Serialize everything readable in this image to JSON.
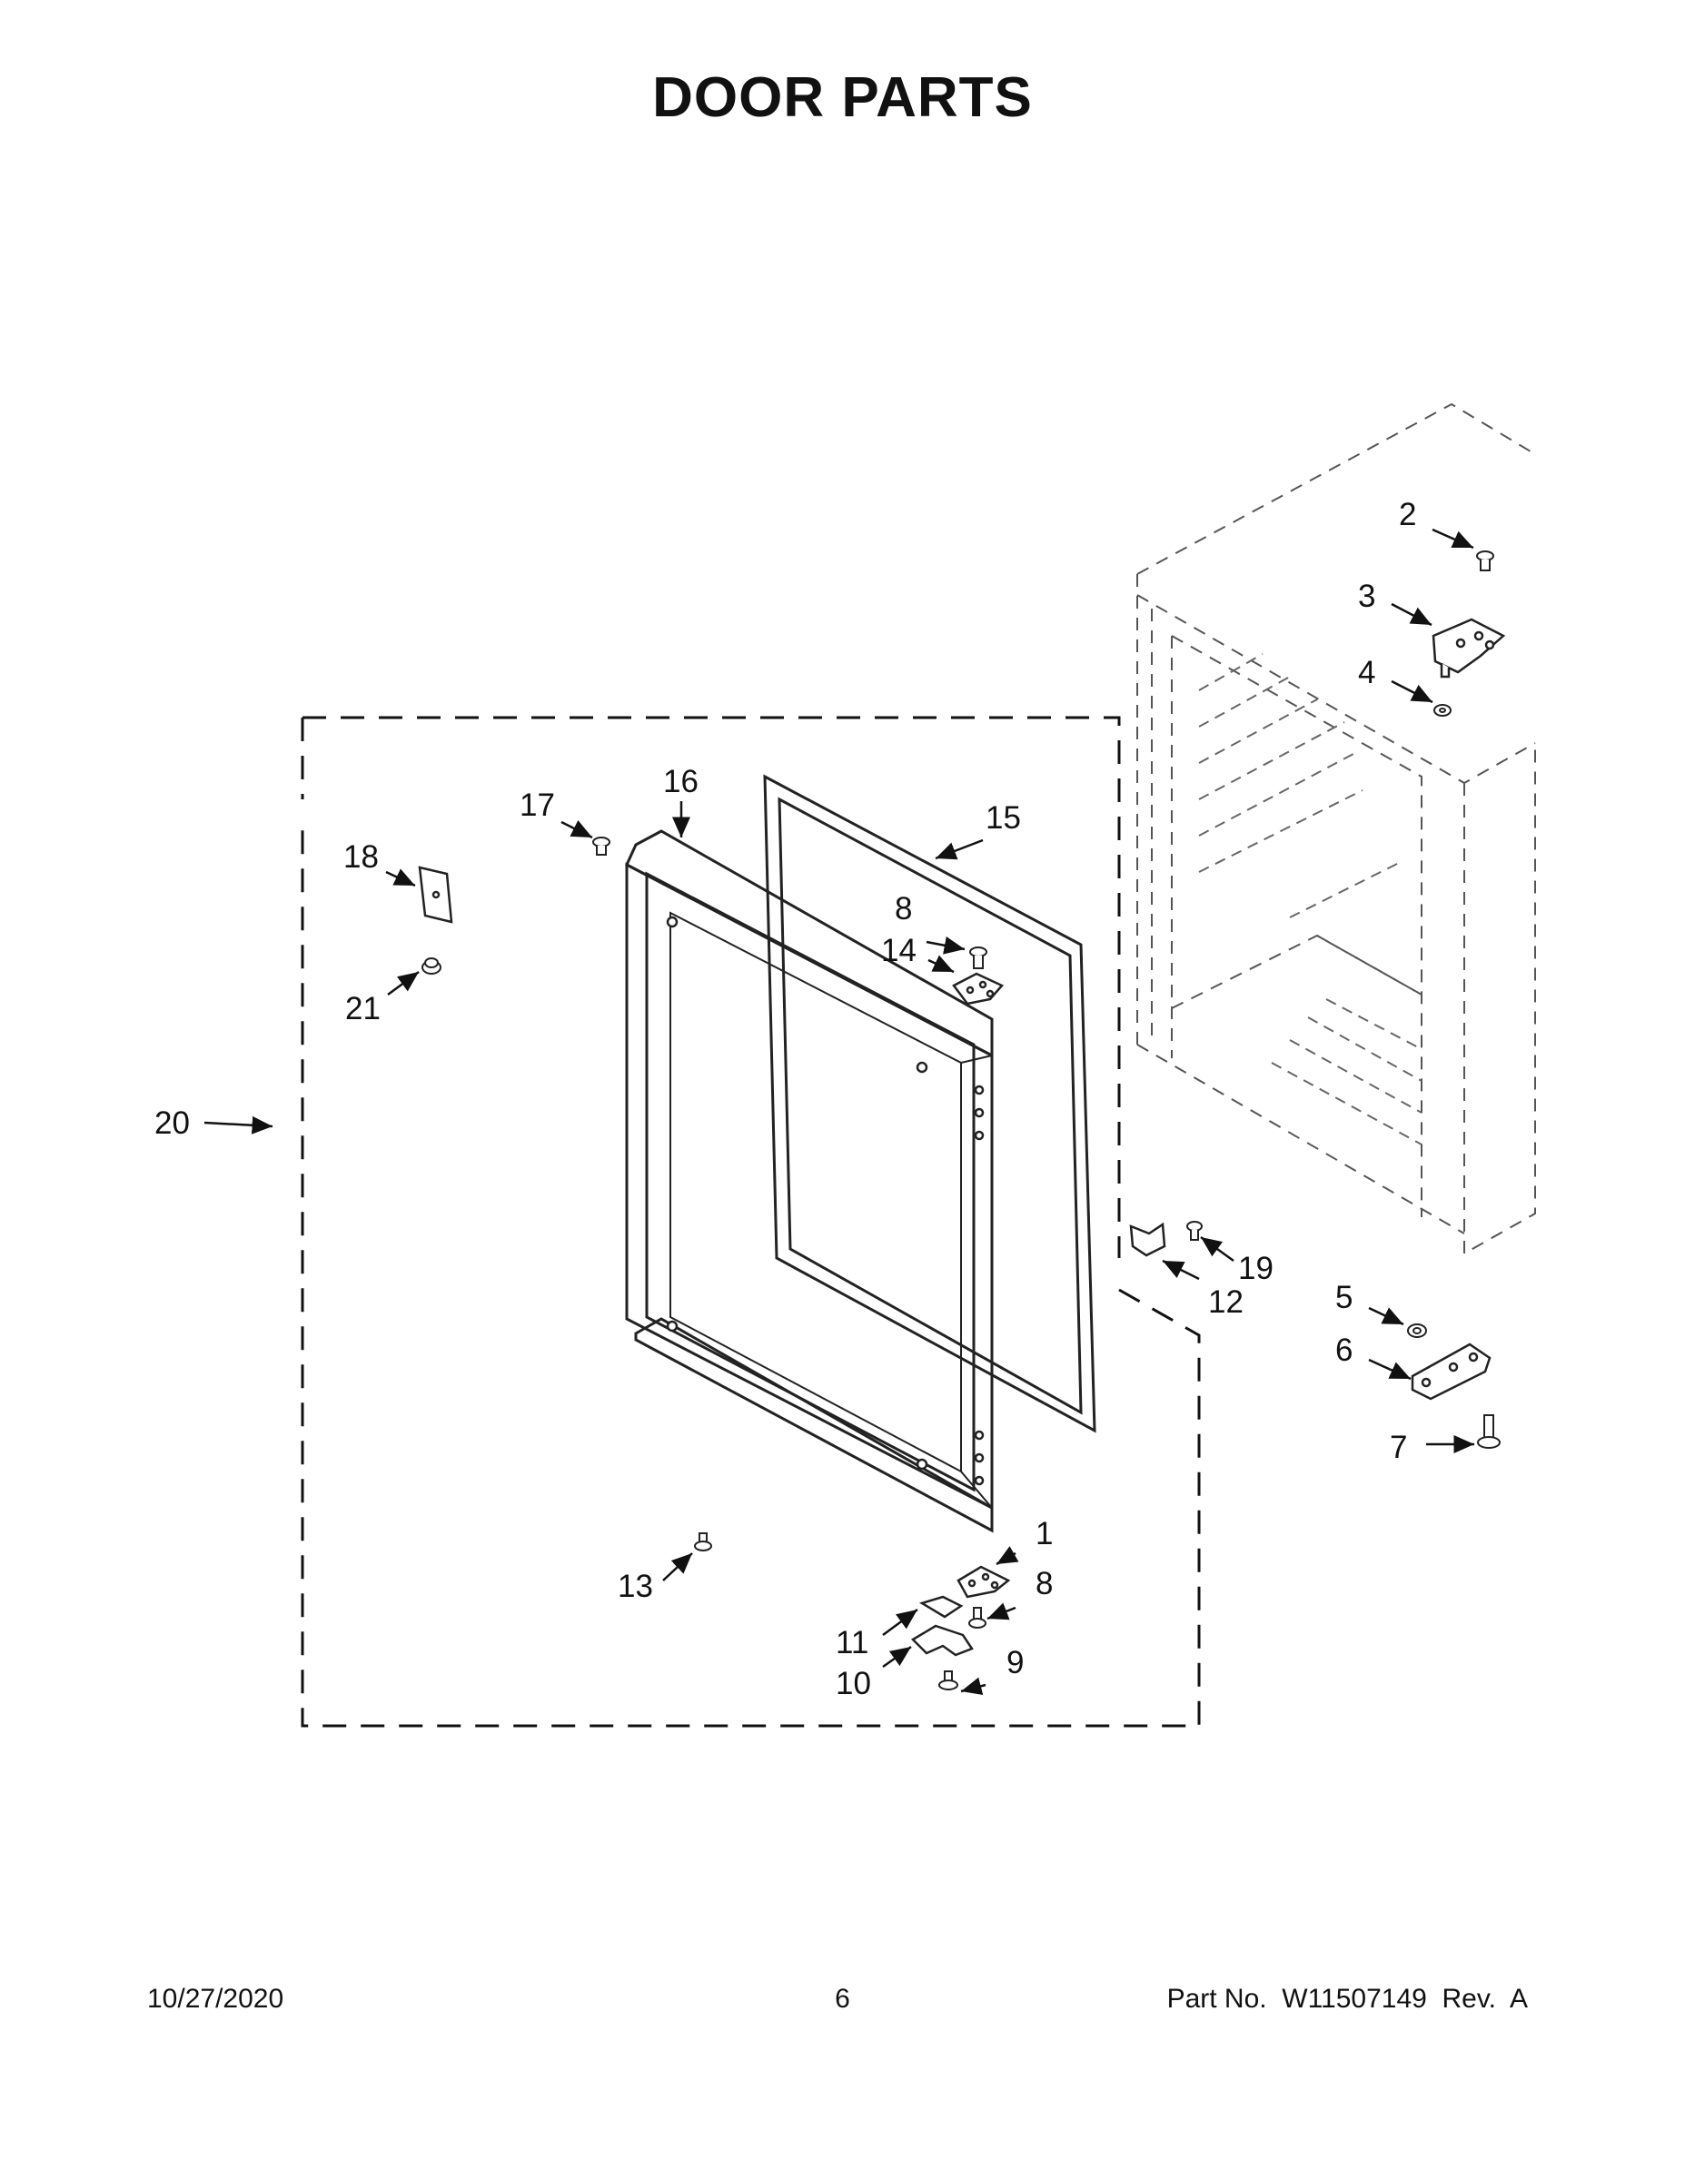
{
  "title": "DOOR PARTS",
  "footer": {
    "date": "10/27/2020",
    "page": "6",
    "part_no": "Part No.  W11507149  Rev.  A"
  },
  "callouts": [
    {
      "id": "c1",
      "text": "1"
    },
    {
      "id": "c2",
      "text": "2"
    },
    {
      "id": "c3",
      "text": "3"
    },
    {
      "id": "c4",
      "text": "4"
    },
    {
      "id": "c5",
      "text": "5"
    },
    {
      "id": "c6",
      "text": "6"
    },
    {
      "id": "c7",
      "text": "7"
    },
    {
      "id": "c8a",
      "text": "8"
    },
    {
      "id": "c8b",
      "text": "8"
    },
    {
      "id": "c9",
      "text": "9"
    },
    {
      "id": "c10",
      "text": "10"
    },
    {
      "id": "c11",
      "text": "11"
    },
    {
      "id": "c12",
      "text": "12"
    },
    {
      "id": "c13",
      "text": "13"
    },
    {
      "id": "c14",
      "text": "14"
    },
    {
      "id": "c15",
      "text": "15"
    },
    {
      "id": "c16",
      "text": "16"
    },
    {
      "id": "c17",
      "text": "17"
    },
    {
      "id": "c18",
      "text": "18"
    },
    {
      "id": "c19",
      "text": "19"
    },
    {
      "id": "c20",
      "text": "20"
    },
    {
      "id": "c21",
      "text": "21"
    }
  ]
}
